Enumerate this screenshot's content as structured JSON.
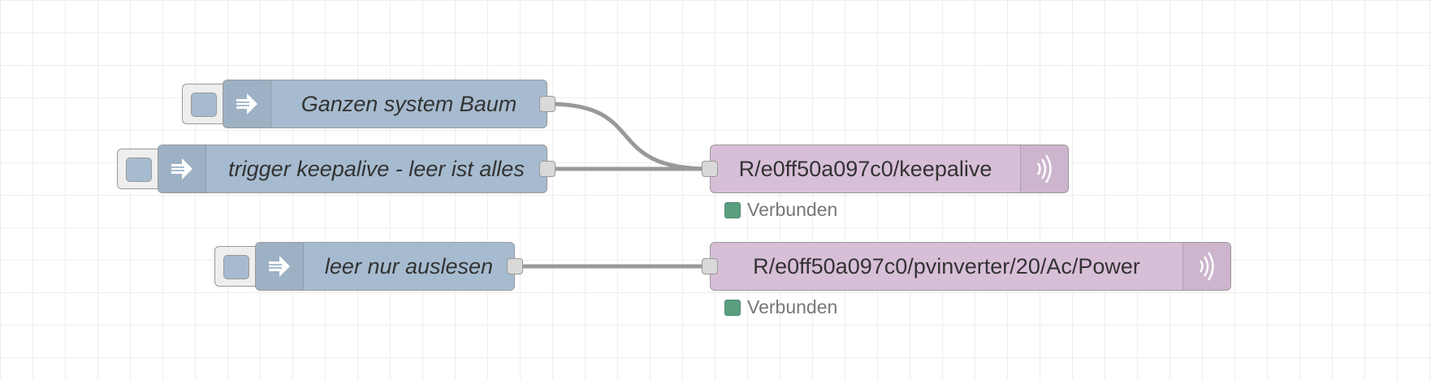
{
  "flow": {
    "inject_nodes": [
      {
        "label": "Ganzen system Baum",
        "icon": "arrow-in-icon"
      },
      {
        "label": "trigger keepalive - leer ist alles",
        "icon": "arrow-in-icon"
      },
      {
        "label": "leer nur auslesen",
        "icon": "arrow-in-icon"
      }
    ],
    "mqtt_nodes": [
      {
        "label": "R/e0ff50a097c0/keepalive",
        "icon": "broadcast-icon",
        "status": "Verbunden"
      },
      {
        "label": "R/e0ff50a097c0/pvinverter/20/Ac/Power",
        "icon": "broadcast-icon",
        "status": "Verbunden"
      }
    ]
  },
  "colors": {
    "inject": "#a6bbcf",
    "mqtt": "#d8bfd8",
    "wire": "#999999",
    "status_connected": "#5a9e80"
  }
}
